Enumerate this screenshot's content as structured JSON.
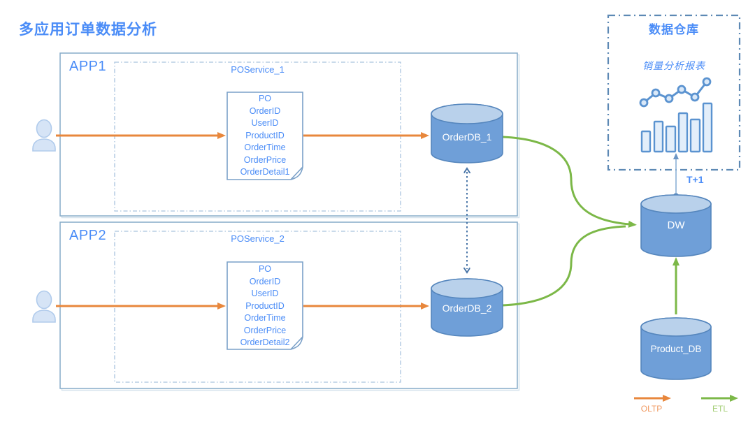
{
  "title": "多应用订单数据分析",
  "apps": [
    {
      "label": "APP1",
      "service_label": "POService_1",
      "doc_lines": [
        "PO",
        "OrderID",
        "UserID",
        "ProductID",
        "OrderTime",
        "OrderPrice",
        "OrderDetail1"
      ],
      "db_label": "OrderDB_1"
    },
    {
      "label": "APP2",
      "service_label": "POService_2",
      "doc_lines": [
        "PO",
        "OrderID",
        "UserID",
        "ProductID",
        "OrderTime",
        "OrderPrice",
        "OrderDetail2"
      ],
      "db_label": "OrderDB_2"
    }
  ],
  "warehouse": {
    "title": "数据仓库",
    "report_label": "销量分析报表",
    "schedule_label": "T+1",
    "dw_label": "DW",
    "product_db_label": "Product_DB"
  },
  "legend": {
    "oltp_label": "OLTP",
    "etl_label": "ETL"
  },
  "colors": {
    "accent_blue": "#4a8cf7",
    "app_box_border": "#86abc9",
    "service_dash_border": "#a9c3de",
    "warehouse_dash_border": "#5d89b4",
    "cylinder_body": "#6f9fd8",
    "cylinder_top": "#b9d1eb",
    "cylinder_stroke": "#5586bd",
    "oltp_orange": "#e8873c",
    "etl_green": "#7cb848",
    "oltp_label_color": "#f09a62",
    "etl_label_color": "#a6cf79",
    "chart_icon_blue": "#5b93d0",
    "person_fill": "#d6e4f6"
  },
  "icons": {
    "user": "user-icon",
    "report": "sales-chart-icon"
  }
}
